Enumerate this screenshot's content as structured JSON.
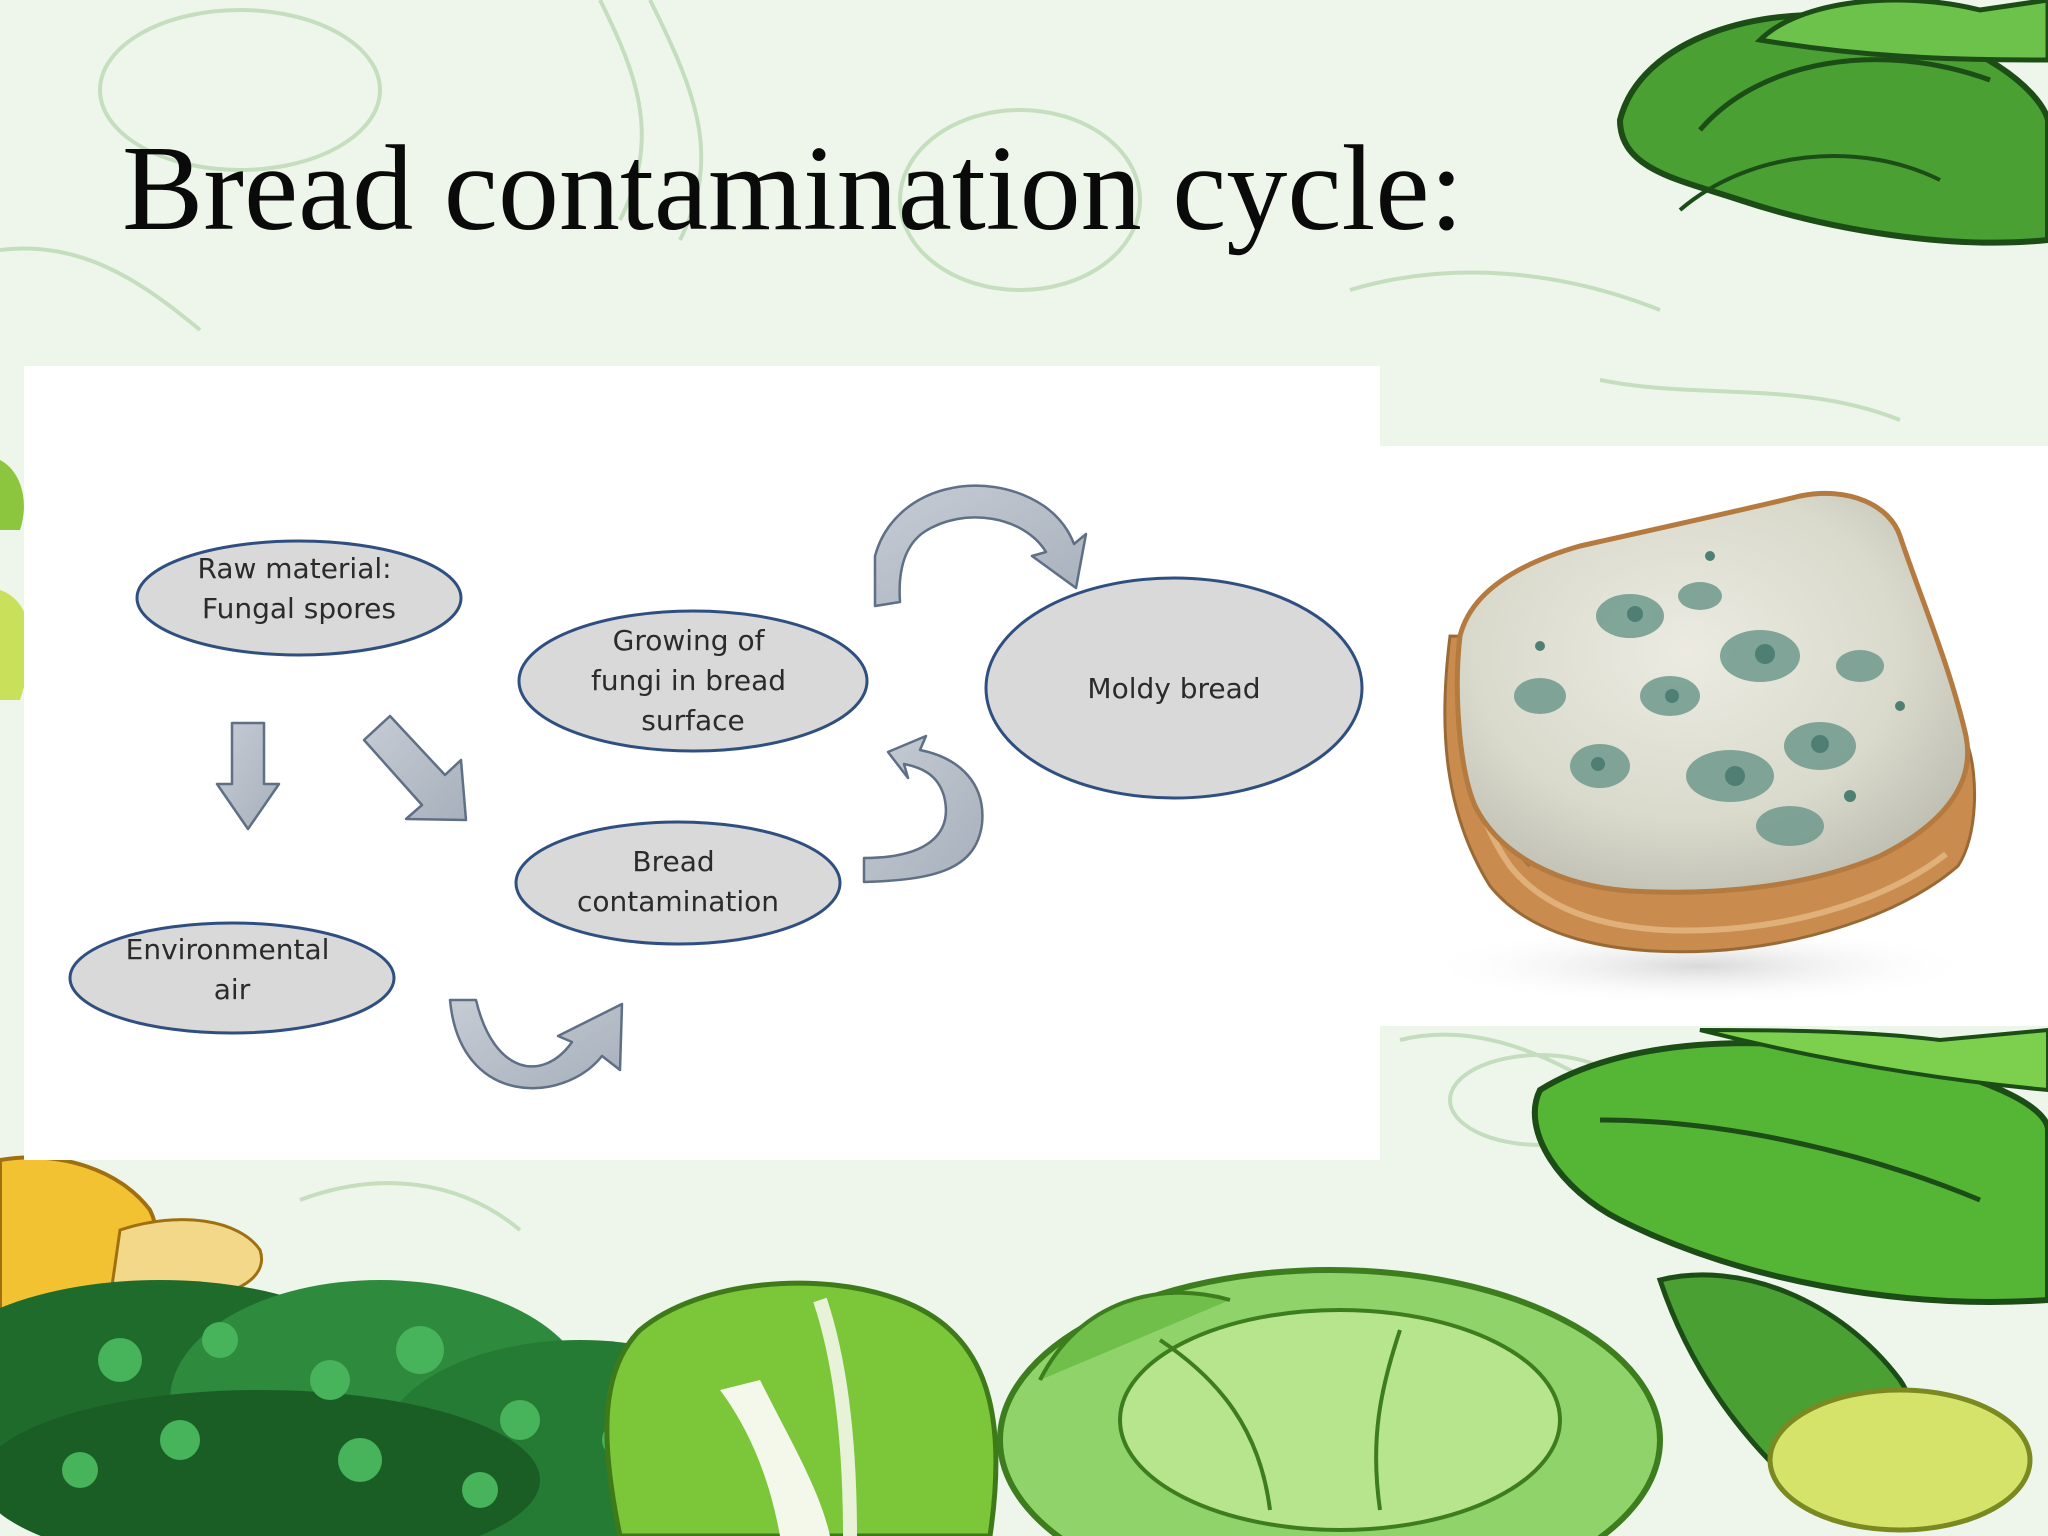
{
  "slide": {
    "title": "Bread contamination cycle:"
  },
  "diagram": {
    "nodes": [
      {
        "id": "raw-material",
        "lines": [
          "Raw material:",
          "Fungal spores"
        ]
      },
      {
        "id": "environmental-air",
        "lines": [
          "Environmental",
          "air"
        ]
      },
      {
        "id": "growing-fungi",
        "lines": [
          "Growing of",
          "fungi in bread",
          "surface"
        ]
      },
      {
        "id": "bread-contamination",
        "lines": [
          "Bread",
          "contamination"
        ]
      },
      {
        "id": "moldy-bread",
        "lines": [
          "Moldy bread"
        ]
      }
    ],
    "colors": {
      "node_fill": "#d9d9d9",
      "node_stroke": "#2f4f80",
      "arrow_fill": "#b7bec8",
      "arrow_stroke": "#5f6f86"
    }
  },
  "image": {
    "icon": "moldy-bread-photo"
  }
}
